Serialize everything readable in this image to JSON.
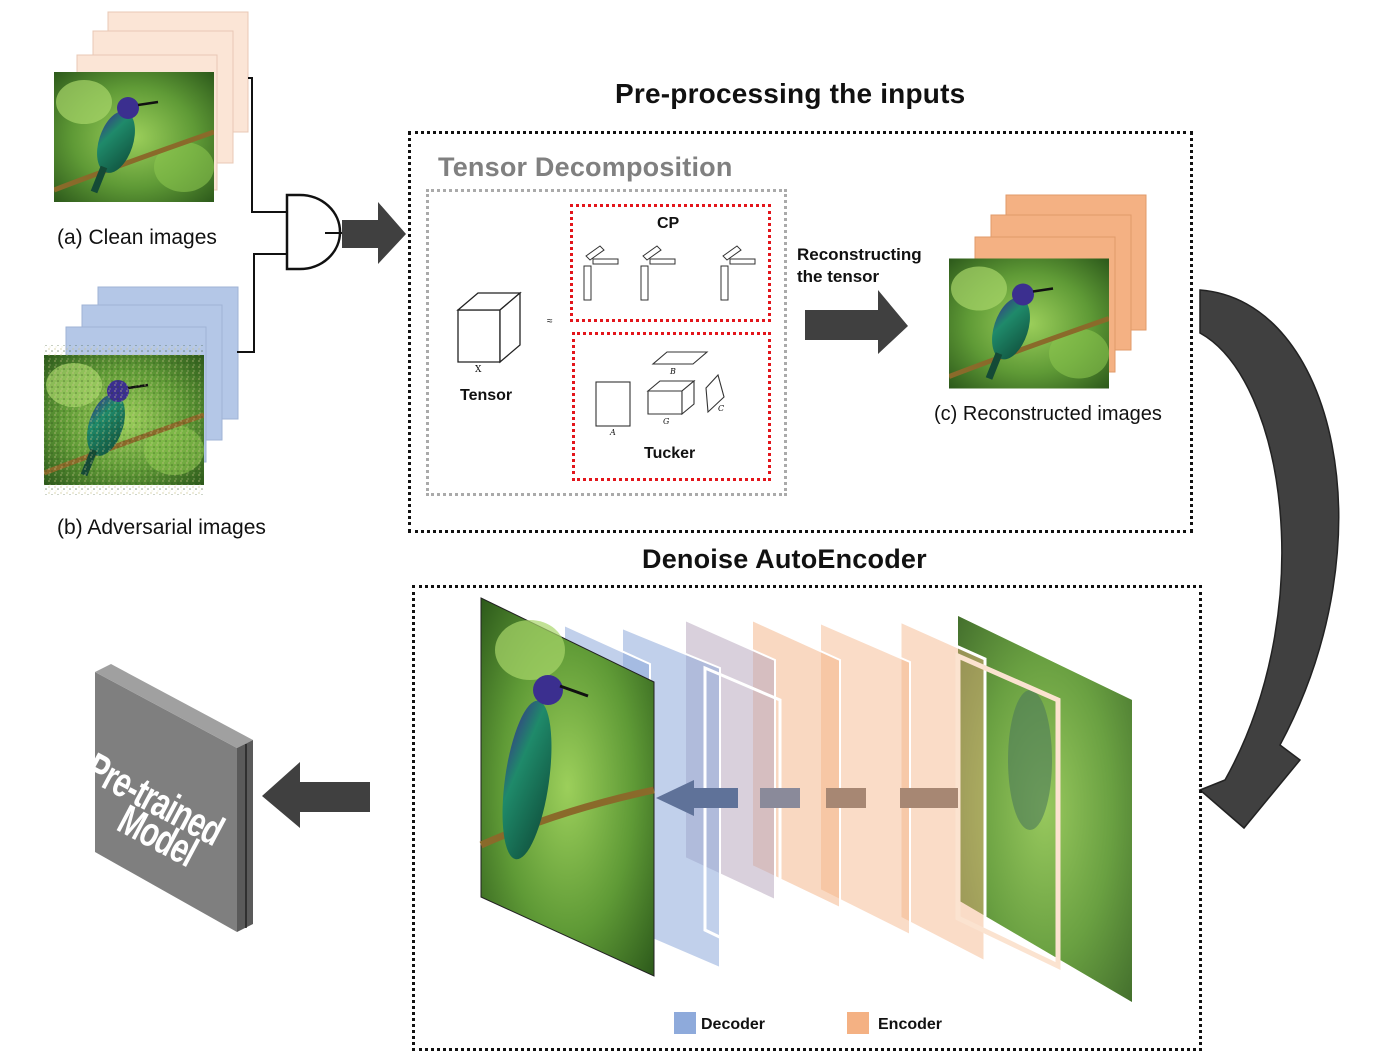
{
  "sections": {
    "preprocessing_title": "Pre-processing the inputs",
    "tensor_decomposition_title": "Tensor Decomposition",
    "cp_label": "CP",
    "tucker_label": "Tucker",
    "tensor_label": "Tensor",
    "reconstructing_label_line1": "Reconstructing",
    "reconstructing_label_line2": "the tensor",
    "dae_title": "Denoise AutoEncoder"
  },
  "inputs": {
    "clean_label": "(a) Clean images",
    "adversarial_label": "(b) Adversarial images",
    "reconstructed_label": "(c) Reconstructed images"
  },
  "math": {
    "tensor_x": "X",
    "approx": "≈",
    "tucker_a": "A",
    "tucker_b": "B",
    "tucker_c": "C",
    "tucker_g": "G"
  },
  "model": {
    "line1": "Pre-trained",
    "line2": "Model"
  },
  "legend": {
    "decoder_label": "Decoder",
    "encoder_label": "Encoder",
    "decoder_color": "#8eaadb",
    "encoder_color": "#f4b183"
  },
  "colors": {
    "clean_stack": "#fbe5d6",
    "adversarial_stack": "#b4c7e7",
    "reconstructed_stack": "#f4b183",
    "arrow": "#404040",
    "red_box": "#e3151b"
  }
}
